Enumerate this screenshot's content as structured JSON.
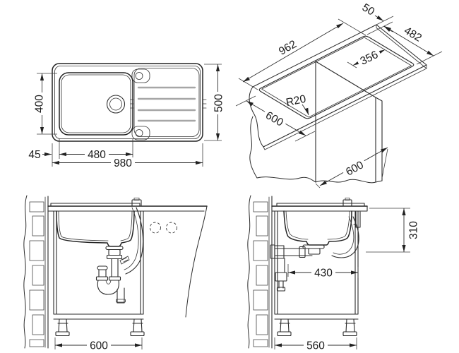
{
  "drawing": {
    "type": "sink-installation-technical-drawing",
    "colors": {
      "background": "#ffffff",
      "line": "#232323",
      "groove": "#a6a6a6"
    }
  },
  "views": {
    "top": {
      "dims": {
        "overall_width": "980",
        "overall_depth": "500",
        "bowl_width": "480",
        "bowl_depth": "400",
        "bowl_offset": "45"
      }
    },
    "iso": {
      "dims": {
        "cutout_length": "962",
        "cutout_depth": "482",
        "edge_gap": "50",
        "overhang": "356",
        "corner_radius": "R20",
        "counter_depth": "600",
        "cabinet_span": "600"
      }
    },
    "front": {
      "dims": {
        "cabinet_width": "600"
      }
    },
    "side": {
      "dims": {
        "trap_height": "310",
        "trap_offset": "430",
        "cabinet_depth": "560"
      }
    }
  }
}
